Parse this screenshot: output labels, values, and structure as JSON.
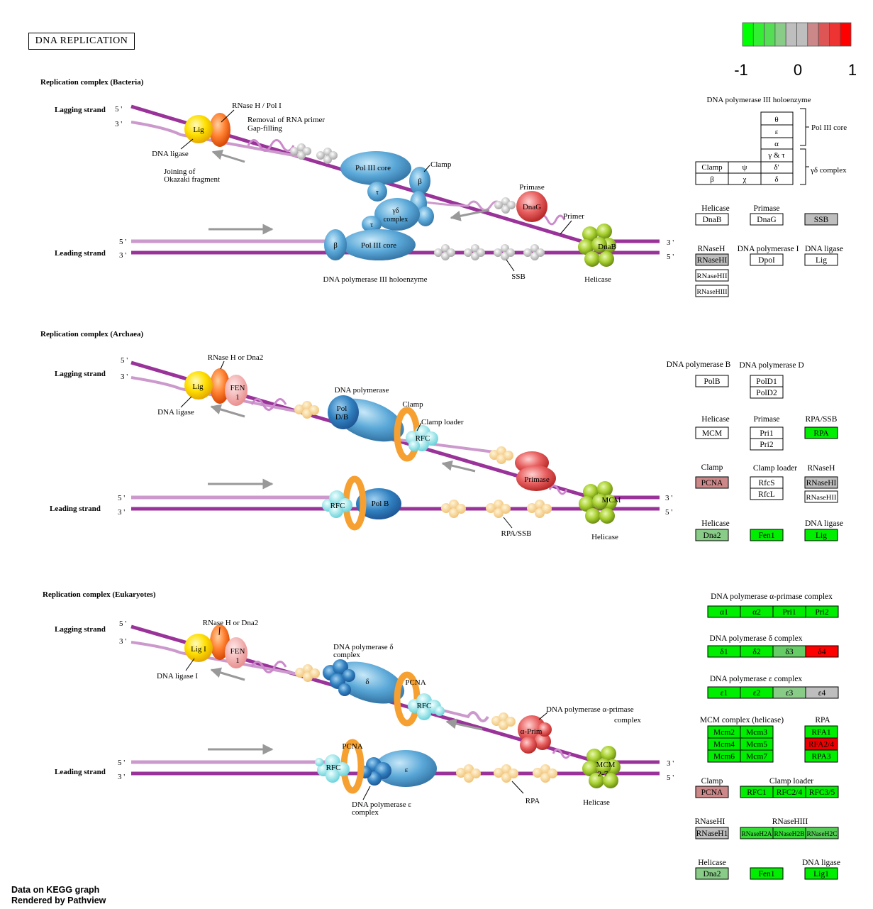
{
  "title": "DNA  REPLICATION",
  "footer": {
    "line1": "Data on KEGG graph",
    "line2": "Rendered by Pathview"
  },
  "legend": {
    "colors": [
      "#00ff00",
      "#33ee33",
      "#55dd55",
      "#88cc88",
      "#bebebe",
      "#bebebe",
      "#cc8888",
      "#dd5555",
      "#ee3333",
      "#ff0000"
    ],
    "labels": [
      "-1",
      "0",
      "1"
    ]
  },
  "sections": {
    "bacteria": {
      "heading": "Replication complex (Bacteria)",
      "lagging": "Lagging strand",
      "leading": "Leading strand",
      "lig": "Lig",
      "dna_ligase": "DNA ligase",
      "rnaseh": "RNase H / Pol I",
      "removal1": "Removal of RNA primer",
      "removal2": "Gap-filling",
      "joining1": "Joining of",
      "joining2": "Okazaki fragment",
      "pol3core": "Pol III core",
      "pol3core2": "Pol III core",
      "clamp": "Clamp",
      "beta": "β",
      "beta2": "β",
      "tau": "τ",
      "tau2": "τ",
      "gd1": "γδ",
      "gd2": "complex",
      "primase": "Primase",
      "dnag": "DnaG",
      "primer": "Primer",
      "dnab": "DnaB",
      "helicase": "Helicase",
      "ssb": "SSB",
      "holo": "DNA polymerase III holoenzyme"
    },
    "archaea": {
      "heading": "Replication complex (Archaea)",
      "lagging": "Lagging strand",
      "leading": "Leading strand",
      "lig": "Lig",
      "dna_ligase": "DNA ligase",
      "rnaseh": "RNase H or Dna2",
      "fen1": "FEN",
      "fen2": "1",
      "dnapol": "DNA polymerase",
      "pol1": "Pol",
      "pol2": "D/B",
      "clamp": "Clamp",
      "clamploader": "Clamp loader",
      "rfc": "RFC",
      "rfc2": "RFC",
      "primase": "Primase",
      "polb": "Pol B",
      "mcm": "MCM",
      "helicase": "Helicase",
      "rpassb": "RPA/SSB"
    },
    "eukaryotes": {
      "heading": "Replication complex (Eukaryotes)",
      "lagging": "Lagging strand",
      "leading": "Leading strand",
      "lig": "Lig I",
      "dna_ligase": "DNA ligase I",
      "rnaseh": "RNase H or Dna2",
      "fen1": "FEN",
      "fen2": "1",
      "pold1": "DNA polymerase δ",
      "pold2": "complex",
      "delta": "δ",
      "pcna": "PCNA",
      "pcna2": "PCNA",
      "rfc": "RFC",
      "rfc2": "RFC",
      "polap1": "DNA polymerase α-primase",
      "polap2": "complex",
      "aprim": "α-Prim",
      "mcm1": "MCM",
      "mcm2": "2-7",
      "helicase": "Helicase",
      "eps": "ε",
      "pole1": "DNA polymerase ε",
      "pole2": "complex",
      "rpa": "RPA"
    }
  },
  "strand_ends": {
    "five": "5 '",
    "three": "3 '"
  },
  "right_panel": {
    "holo_title": "DNA polymerase III holoenzyme",
    "core_label": "Pol III core",
    "gd_label": "γδ complex",
    "theta": "θ",
    "epsilon": "ε",
    "alpha": "α",
    "gt": "γ & τ",
    "clamp": "Clamp",
    "psi": "ψ",
    "deltap": "δ'",
    "beta": "β",
    "chi": "χ",
    "delta": "δ",
    "bact_groups": [
      {
        "label": "Helicase",
        "boxes": [
          {
            "t": "DnaB",
            "c": "#ffffff"
          }
        ]
      },
      {
        "label": "Primase",
        "boxes": [
          {
            "t": "DnaG",
            "c": "#ffffff"
          }
        ]
      },
      {
        "label": "",
        "boxes": [
          {
            "t": "SSB",
            "c": "#bebebe"
          }
        ]
      },
      {
        "label": "RNaseH",
        "boxes": [
          {
            "t": "RNaseHI",
            "c": "#bebebe"
          },
          {
            "t": "RNaseHII",
            "c": "#ffffff"
          },
          {
            "t": "RNaseHIII",
            "c": "#ffffff"
          }
        ]
      },
      {
        "label": "DNA polymerase I",
        "boxes": [
          {
            "t": "DpoI",
            "c": "#ffffff"
          }
        ]
      },
      {
        "label": "DNA ligase",
        "boxes": [
          {
            "t": "Lig",
            "c": "#ffffff"
          }
        ]
      }
    ],
    "arch_groups": [
      {
        "label": "DNA polymerase B",
        "boxes": [
          {
            "t": "PolB",
            "c": "#ffffff"
          }
        ]
      },
      {
        "label": "DNA polymerase D",
        "boxes": [
          {
            "t": "PolD1",
            "c": "#ffffff"
          },
          {
            "t": "PolD2",
            "c": "#ffffff"
          }
        ]
      },
      {
        "label": "Helicase",
        "boxes": [
          {
            "t": "MCM",
            "c": "#ffffff"
          }
        ]
      },
      {
        "label": "Primase",
        "boxes": [
          {
            "t": "Pri1",
            "c": "#ffffff"
          },
          {
            "t": "Pri2",
            "c": "#ffffff"
          }
        ]
      },
      {
        "label": "RPA/SSB",
        "boxes": [
          {
            "t": "RPA",
            "c": "#00ee00"
          }
        ]
      },
      {
        "label": "Clamp",
        "boxes": [
          {
            "t": "PCNA",
            "c": "#cc8888"
          }
        ]
      },
      {
        "label": "Clamp loader",
        "boxes": [
          {
            "t": "RfcS",
            "c": "#ffffff"
          },
          {
            "t": "RfcL",
            "c": "#ffffff"
          }
        ]
      },
      {
        "label": "RNaseH",
        "boxes": [
          {
            "t": "RNaseHI",
            "c": "#bebebe"
          },
          {
            "t": "RNaseHII",
            "c": "#ffffff"
          }
        ]
      },
      {
        "label": "Helicase",
        "boxes": [
          {
            "t": "Dna2",
            "c": "#88cc88"
          }
        ]
      },
      {
        "label": "",
        "boxes": [
          {
            "t": "Fen1",
            "c": "#00ee00"
          }
        ]
      },
      {
        "label": "DNA ligase",
        "boxes": [
          {
            "t": "Lig",
            "c": "#00ee00"
          }
        ]
      }
    ],
    "euk_groups": [
      {
        "label": "DNA polymerase α-primase complex",
        "boxes": [
          {
            "t": "α1",
            "c": "#00ee00"
          },
          {
            "t": "α2",
            "c": "#00ee00"
          },
          {
            "t": "Pri1",
            "c": "#00ee00"
          },
          {
            "t": "Pri2",
            "c": "#00ee00"
          }
        ]
      },
      {
        "label": "DNA polymerase δ complex",
        "boxes": [
          {
            "t": "δ1",
            "c": "#00ee00"
          },
          {
            "t": "δ2",
            "c": "#00ee00"
          },
          {
            "t": "δ3",
            "c": "#66cc66"
          },
          {
            "t": "δ4",
            "c": "#ff0000"
          }
        ]
      },
      {
        "label": "DNA polymerase ε complex",
        "boxes": [
          {
            "t": "ε1",
            "c": "#00ee00"
          },
          {
            "t": "ε2",
            "c": "#00ee00"
          },
          {
            "t": "ε3",
            "c": "#88cc88"
          },
          {
            "t": "ε4",
            "c": "#bebebe"
          }
        ]
      },
      {
        "label": "MCM complex (helicase)",
        "boxes": [
          {
            "t": "Mcm2",
            "c": "#00ee00"
          },
          {
            "t": "Mcm3",
            "c": "#00ee00"
          },
          {
            "t": "Mcm4",
            "c": "#00ee00"
          },
          {
            "t": "Mcm5",
            "c": "#00ee00"
          },
          {
            "t": "Mcm6",
            "c": "#00ee00"
          },
          {
            "t": "Mcm7",
            "c": "#00ee00"
          }
        ]
      },
      {
        "label": "RPA",
        "boxes": [
          {
            "t": "RFA1",
            "c": "#00ee00"
          },
          {
            "t": "RFA2/4",
            "c": "#ee0000"
          },
          {
            "t": "RPA3",
            "c": "#00ee00"
          }
        ]
      },
      {
        "label": "Clamp",
        "boxes": [
          {
            "t": "PCNA",
            "c": "#cc8888"
          }
        ]
      },
      {
        "label": "Clamp loader",
        "boxes": [
          {
            "t": "RFC1",
            "c": "#00ee00"
          },
          {
            "t": "RFC2/4",
            "c": "#00ee00"
          },
          {
            "t": "RFC3/5",
            "c": "#00ee00"
          }
        ]
      },
      {
        "label": "RNaseHI",
        "boxes": [
          {
            "t": "RNaseH1",
            "c": "#bebebe"
          }
        ]
      },
      {
        "label": "RNaseHIII",
        "boxes": [
          {
            "t": "RNaseH2A",
            "c": "#33dd33"
          },
          {
            "t": "RNaseH2B",
            "c": "#33dd33"
          },
          {
            "t": "RNaseH2C",
            "c": "#55cc55"
          }
        ]
      },
      {
        "label": "Helicase",
        "boxes": [
          {
            "t": "Dna2",
            "c": "#88cc88"
          }
        ]
      },
      {
        "label": "",
        "boxes": [
          {
            "t": "Fen1",
            "c": "#00ee00"
          }
        ]
      },
      {
        "label": "DNA ligase",
        "boxes": [
          {
            "t": "Lig1",
            "c": "#00ee00"
          }
        ]
      }
    ]
  }
}
